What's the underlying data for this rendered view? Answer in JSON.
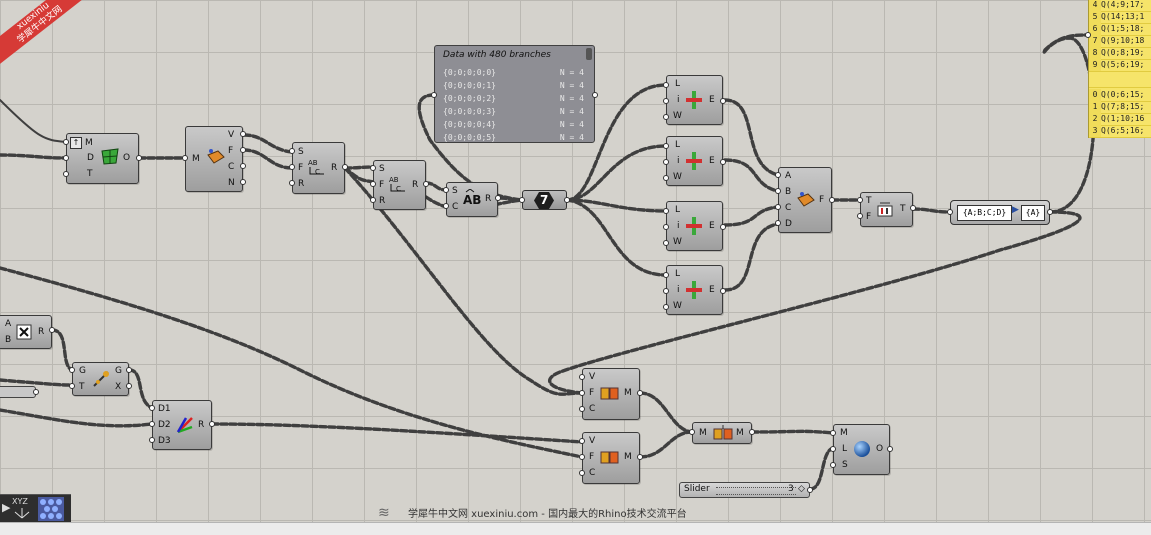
{
  "watermark": {
    "corner_line1": "xuexiniu",
    "corner_line2": "学犀牛中文网",
    "bottom_text": "学犀牛中文网 xuexiniu.com - 国内最大的Rhino技术交流平台"
  },
  "panel": {
    "title": "Data with 480 branches",
    "rows": [
      {
        "path": "{0;0;0;0;0}",
        "n": "N = 4"
      },
      {
        "path": "{0;0;0;0;1}",
        "n": "N = 4"
      },
      {
        "path": "{0;0;0;0;2}",
        "n": "N = 4"
      },
      {
        "path": "{0;0;0;0;3}",
        "n": "N = 4"
      },
      {
        "path": "{0;0;0;0;4}",
        "n": "N = 4"
      },
      {
        "path": "{0;0;0;0;5}",
        "n": "N = 4"
      }
    ]
  },
  "list": {
    "rows": [
      {
        "i": "4",
        "text": "Q(4;9;17;"
      },
      {
        "i": "5",
        "text": "Q(14;13;1"
      },
      {
        "i": "6",
        "text": "Q(1;5;18;"
      },
      {
        "i": "7",
        "text": "Q(9;10;18"
      },
      {
        "i": "8",
        "text": "Q(0;8;19;"
      },
      {
        "i": "9",
        "text": "Q(5;6;19;"
      },
      {
        "i": "",
        "text": ""
      },
      {
        "i": "0",
        "text": "Q(0;6;15;"
      },
      {
        "i": "1",
        "text": "Q(7;8;15;"
      },
      {
        "i": "2",
        "text": "Q(1;10;16"
      },
      {
        "i": "3",
        "text": "Q(6;5;16;"
      }
    ]
  },
  "number_value": "7",
  "format": {
    "input": "{A;B;C;D}",
    "output": "{A}"
  },
  "slider": {
    "label": "Slider",
    "value": "3"
  },
  "components": {
    "mesh": {
      "inputs": [
        "M",
        "D",
        "T"
      ],
      "outputs": [
        "O"
      ]
    },
    "dmesh": {
      "inputs": [
        "M"
      ],
      "outputs": [
        "V",
        "F",
        "C",
        "N"
      ]
    },
    "shift1": {
      "inputs": [
        "S",
        "F",
        "R"
      ],
      "outputs": [
        "R"
      ]
    },
    "shift2": {
      "inputs": [
        "S",
        "F",
        "R"
      ],
      "outputs": [
        "R"
      ]
    },
    "split": {
      "inputs": [
        "S",
        "C"
      ],
      "outputs": [
        "R"
      ]
    },
    "item1": {
      "inputs": [
        "L",
        "i",
        "W"
      ],
      "outputs": [
        "E"
      ]
    },
    "item2": {
      "inputs": [
        "L",
        "i",
        "W"
      ],
      "outputs": [
        "E"
      ]
    },
    "item3": {
      "inputs": [
        "L",
        "i",
        "W"
      ],
      "outputs": [
        "E"
      ]
    },
    "item4": {
      "inputs": [
        "L",
        "i",
        "W"
      ],
      "outputs": [
        "E"
      ]
    },
    "cmesh": {
      "inputs": [
        "A",
        "B",
        "C",
        "D"
      ],
      "outputs": [
        "F"
      ]
    },
    "text": {
      "inputs": [
        "T",
        "F"
      ],
      "outputs": [
        "T"
      ]
    },
    "mult": {
      "inputs": [
        "A",
        "B"
      ],
      "outputs": [
        "R"
      ]
    },
    "graft": {
      "inputs": [
        "G",
        "T"
      ],
      "outputs": [
        "G",
        "X"
      ]
    },
    "color": {
      "inputs": [
        "D1",
        "D2",
        "D3"
      ],
      "outputs": [
        "R"
      ]
    },
    "cmesh2": {
      "inputs": [
        "V",
        "F",
        "C"
      ],
      "outputs": [
        "M"
      ]
    },
    "cmesh3": {
      "inputs": [
        "V",
        "F",
        "C"
      ],
      "outputs": [
        "M"
      ]
    },
    "join": {
      "inputs": [
        "M"
      ],
      "outputs": [
        "M"
      ]
    },
    "preview": {
      "inputs": [
        "M",
        "L",
        "S"
      ],
      "outputs": [
        "O"
      ]
    }
  },
  "toolbar": {
    "xyz_label": "XYZ"
  },
  "colors": {
    "canvas": "#d4d2cc",
    "component": "#b3b3b3",
    "panel": "#8e8e94",
    "list": "#f6e46a",
    "wire": "#444444"
  }
}
